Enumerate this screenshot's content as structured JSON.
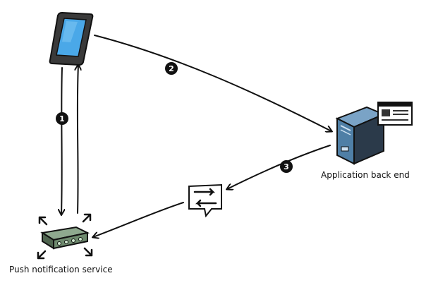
{
  "nodes": {
    "device": {
      "icon": "smartphone-icon"
    },
    "backend": {
      "icon": "server-icon",
      "label": "Application back end"
    },
    "message": {
      "icon": "message-sync-icon"
    },
    "push_service": {
      "icon": "router-icon",
      "label": "Push notification service"
    }
  },
  "steps": [
    {
      "number": "1"
    },
    {
      "number": "2"
    },
    {
      "number": "3"
    }
  ],
  "colors": {
    "screen": "#4aa8e8",
    "phone_body": "#3a3a3a",
    "server": "#4f7fa6",
    "router": "#6e8a6e",
    "line": "#111111",
    "badge": "#111111"
  }
}
